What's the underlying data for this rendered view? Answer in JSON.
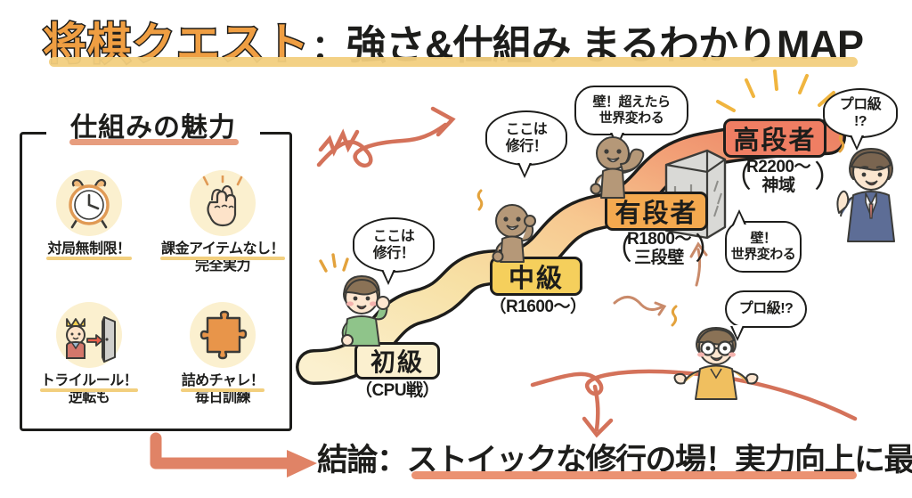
{
  "header": {
    "title_brand": "将棋クエスト",
    "title_sep": "：",
    "title_rest": "強さ&仕組み まるわかりMAP",
    "underline_color": "#f2cf7e"
  },
  "panel": {
    "title": "仕組みの魅力",
    "title_underline_color": "#e79d7e",
    "features": [
      {
        "icon": "alarm-clock-icon",
        "line1": "対局無制限！",
        "line2": ""
      },
      {
        "icon": "fist-icon",
        "line1": "課金アイテムなし！",
        "line2": "完全実力"
      },
      {
        "icon": "king-door-icon",
        "line1": "トライルール！",
        "line2": "逆転も"
      },
      {
        "icon": "puzzle-piece-icon",
        "line1": "詰めチャレ！",
        "line2": "毎日訓練"
      }
    ]
  },
  "levels": [
    {
      "id": "shokyu",
      "label": "初級",
      "sub": "（CPU戦）",
      "color": "#fbf0cf"
    },
    {
      "id": "chukyu",
      "label": "中級",
      "sub": "（R1600〜）",
      "color": "#f5cf5c"
    },
    {
      "id": "yudan",
      "label": "有段者",
      "sub": "（R1800〜\n三段壁）",
      "color": "#f4a94f"
    },
    {
      "id": "kodan",
      "label": "高段者",
      "sub": "（R2200〜\n神域）",
      "color": "#ef7e63"
    }
  ],
  "level_subs": {
    "shokyu": "（CPU戦）",
    "chukyu": "（R1600〜）",
    "yudan_l1": "R1800〜",
    "yudan_l2": "三段壁",
    "kodan_l1": "R2200〜",
    "kodan_l2": "神域"
  },
  "bubbles": {
    "a": "ここは\n修行！",
    "a_l1": "ここは",
    "a_l2": "修行！",
    "b_l1": "ここは",
    "b_l2": "修行！",
    "wall_l1": "壁！超えたら",
    "wall_l2": "世界変わる",
    "wall2_l1": "壁！",
    "wall2_l2": "世界変わる",
    "pro1_l1": "プロ級",
    "pro1_l2": "!?",
    "pro2": "プロ級!?"
  },
  "conclusion": {
    "text": "結論：ストイックな修行の場！実力向上に最適",
    "underline_color": "#eb9272"
  },
  "palette": {
    "road_1": "#fbf0cf",
    "road_2": "#f5d98a",
    "road_3": "#f7c18a",
    "road_4": "#ef8f73",
    "ink": "#1d1d1b",
    "arrow": "#d96a4d"
  },
  "characters": [
    {
      "name": "boy-green-shirt",
      "shirt": "#8fc48a"
    },
    {
      "name": "tan-figure-mid",
      "shirt": "#b59878"
    },
    {
      "name": "tan-figure-upper",
      "shirt": "#b59878"
    },
    {
      "name": "businessman-suit",
      "shirt": "#5d6d96"
    },
    {
      "name": "boy-glasses-yellow",
      "shirt": "#f0bf5f"
    }
  ]
}
